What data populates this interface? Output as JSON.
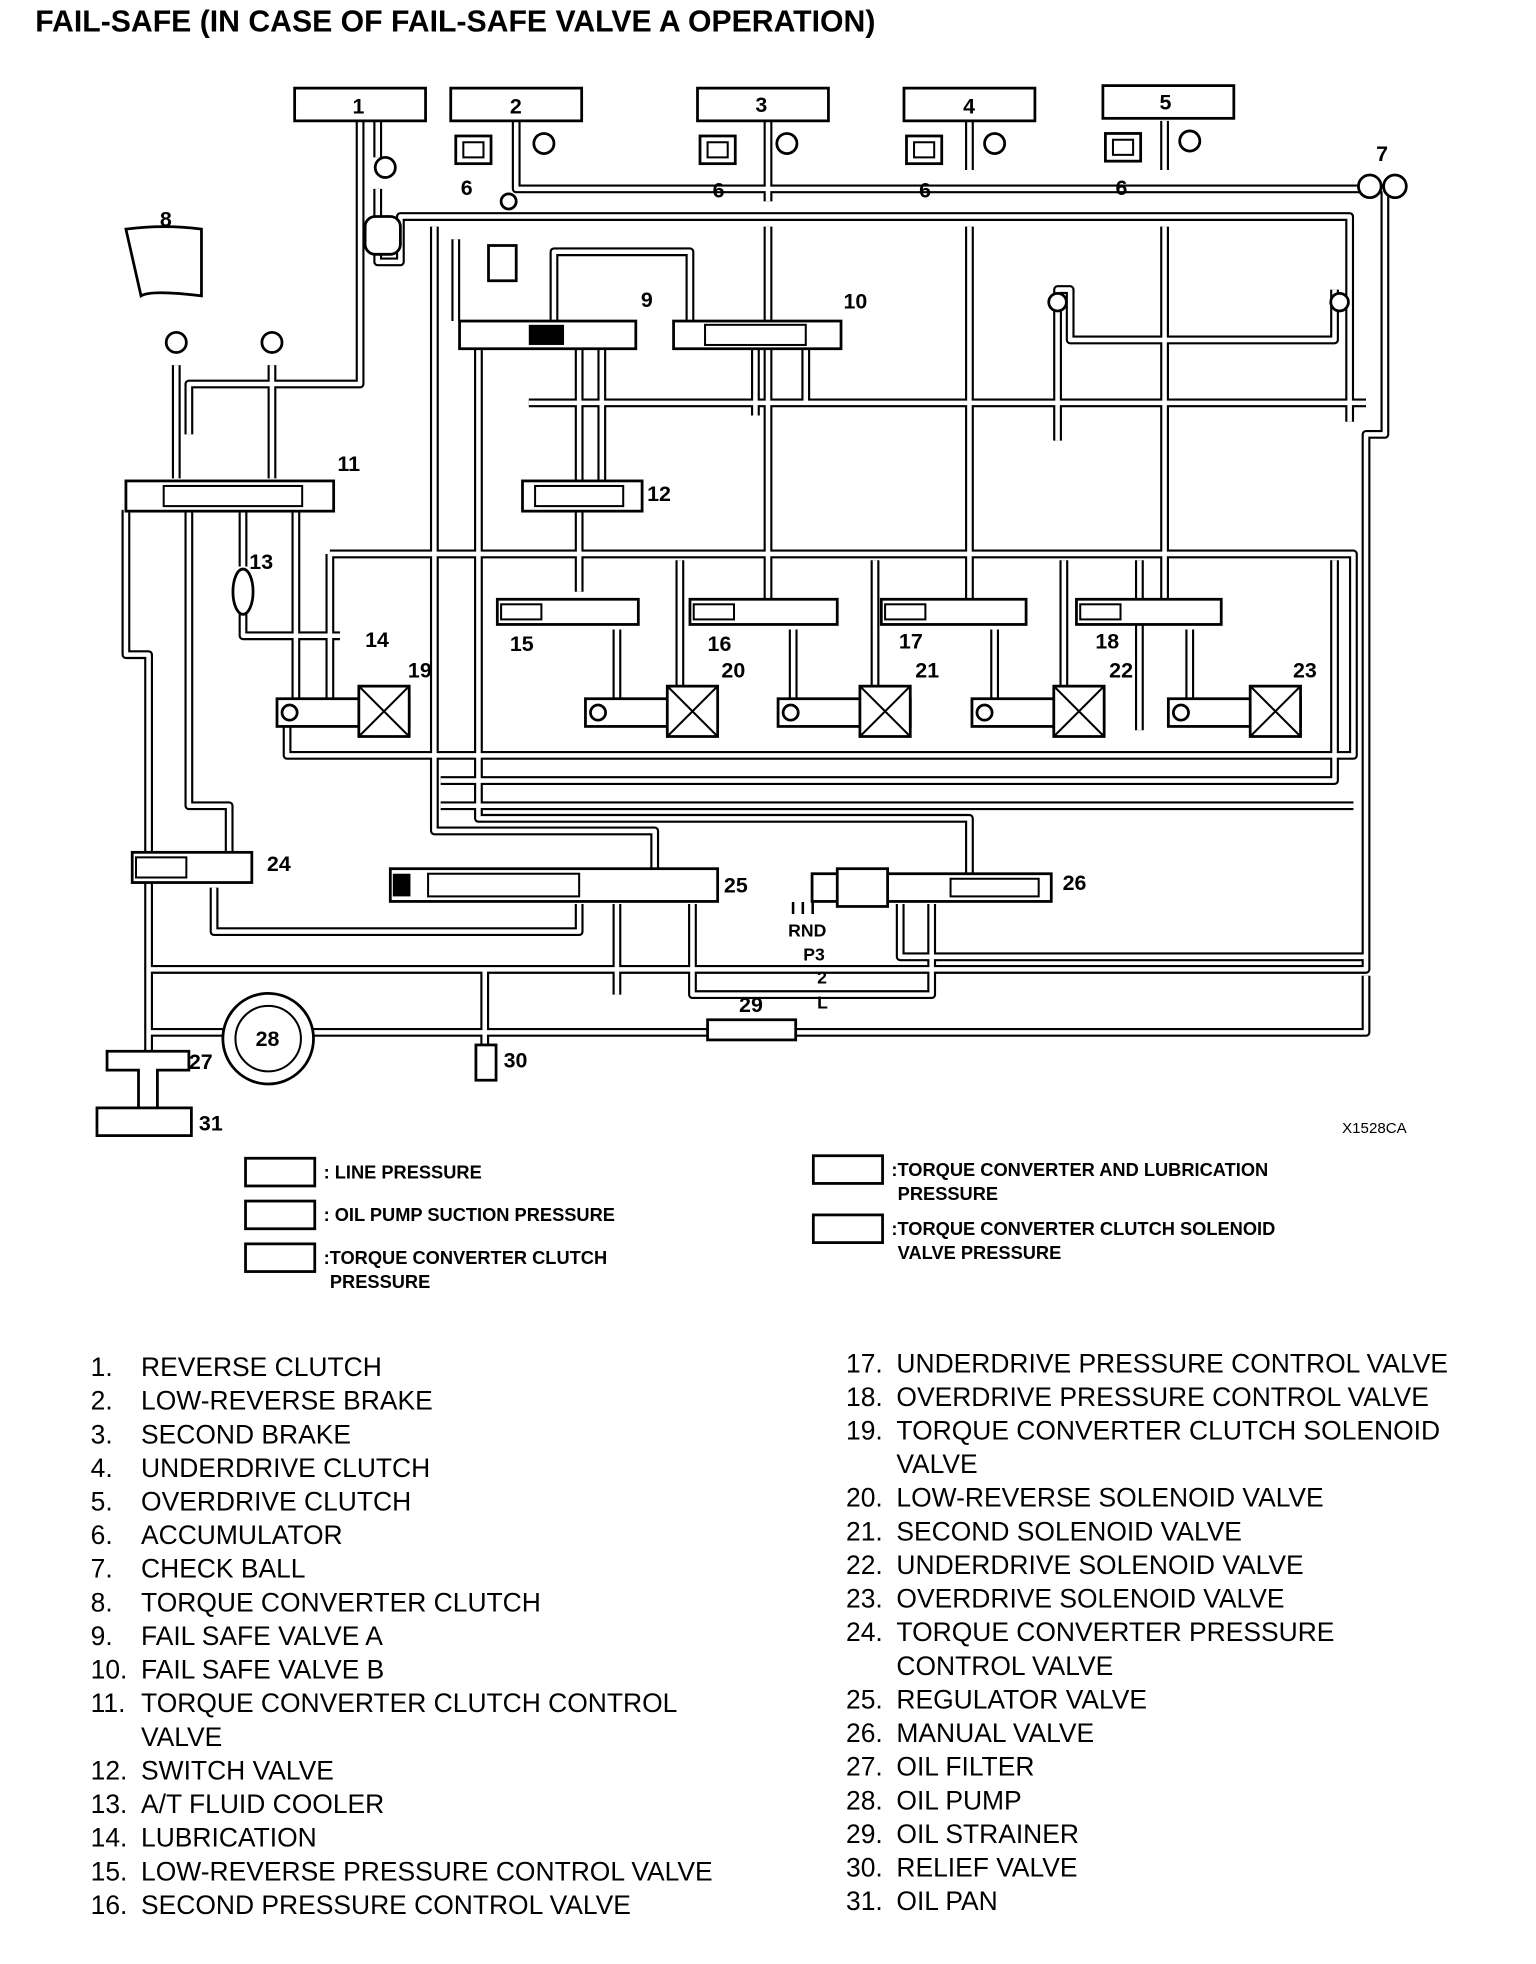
{
  "title": "FAIL-SAFE (IN CASE OF FAIL-SAFE VALVE A OPERATION)",
  "diagram": {
    "clutch_boxes": [
      "1",
      "2",
      "3",
      "4",
      "5"
    ],
    "callouts": {
      "accumulator": "6",
      "check_ball": "7",
      "torque_converter_clutch": "8",
      "fail_safe_a": "9",
      "fail_safe_b": "10",
      "tcc_control": "11",
      "switch_valve": "12",
      "cooler": "13",
      "lubrication": "14",
      "lr_pressure": "15",
      "second_pressure": "16",
      "ud_pressure": "17",
      "od_pressure": "18",
      "tcc_solenoid": "19",
      "lr_solenoid": "20",
      "second_solenoid": "21",
      "ud_solenoid": "22",
      "od_solenoid": "23",
      "tc_pressure_control": "24",
      "regulator": "25",
      "manual": "26",
      "oil_filter": "27",
      "oil_pump": "28",
      "oil_strainer": "29",
      "relief": "30",
      "oil_pan": "31"
    },
    "manual_positions": {
      "ticks": "I I I",
      "row1": "RND",
      "row2": "P3",
      "row3": "2",
      "row4": "L"
    },
    "figure_code": "X1528CA"
  },
  "legend": [
    {
      "lines": [
        ": LINE PRESSURE"
      ]
    },
    {
      "lines": [
        ": OIL PUMP SUCTION PRESSURE"
      ]
    },
    {
      "lines": [
        ":TORQUE CONVERTER CLUTCH",
        "PRESSURE"
      ]
    },
    {
      "lines": [
        ":TORQUE CONVERTER AND LUBRICATION",
        "PRESSURE"
      ]
    },
    {
      "lines": [
        ":TORQUE CONVERTER CLUTCH SOLENOID",
        "VALVE PRESSURE"
      ]
    }
  ],
  "parts": [
    {
      "num": "1.",
      "lines": [
        "REVERSE CLUTCH"
      ]
    },
    {
      "num": "2.",
      "lines": [
        "LOW-REVERSE BRAKE"
      ]
    },
    {
      "num": "3.",
      "lines": [
        "SECOND BRAKE"
      ]
    },
    {
      "num": "4.",
      "lines": [
        "UNDERDRIVE CLUTCH"
      ]
    },
    {
      "num": "5.",
      "lines": [
        "OVERDRIVE CLUTCH"
      ]
    },
    {
      "num": "6.",
      "lines": [
        "ACCUMULATOR"
      ]
    },
    {
      "num": "7.",
      "lines": [
        "CHECK BALL"
      ]
    },
    {
      "num": "8.",
      "lines": [
        "TORQUE CONVERTER CLUTCH"
      ]
    },
    {
      "num": "9.",
      "lines": [
        "FAIL SAFE VALVE A"
      ]
    },
    {
      "num": "10.",
      "lines": [
        "FAIL SAFE VALVE B"
      ]
    },
    {
      "num": "11.",
      "lines": [
        "TORQUE CONVERTER CLUTCH CONTROL",
        "VALVE"
      ]
    },
    {
      "num": "12.",
      "lines": [
        "SWITCH VALVE"
      ]
    },
    {
      "num": "13.",
      "lines": [
        "A/T FLUID COOLER"
      ]
    },
    {
      "num": "14.",
      "lines": [
        "LUBRICATION"
      ]
    },
    {
      "num": "15.",
      "lines": [
        "LOW-REVERSE PRESSURE CONTROL VALVE"
      ]
    },
    {
      "num": "16.",
      "lines": [
        "SECOND PRESSURE CONTROL VALVE"
      ]
    },
    {
      "num": "17.",
      "lines": [
        "UNDERDRIVE PRESSURE CONTROL VALVE"
      ]
    },
    {
      "num": "18.",
      "lines": [
        "OVERDRIVE PRESSURE CONTROL VALVE"
      ]
    },
    {
      "num": "19.",
      "lines": [
        "TORQUE CONVERTER CLUTCH SOLENOID",
        "VALVE"
      ]
    },
    {
      "num": "20.",
      "lines": [
        "LOW-REVERSE SOLENOID VALVE"
      ]
    },
    {
      "num": "21.",
      "lines": [
        "SECOND SOLENOID VALVE"
      ]
    },
    {
      "num": "22.",
      "lines": [
        "UNDERDRIVE SOLENOID VALVE"
      ]
    },
    {
      "num": "23.",
      "lines": [
        "OVERDRIVE SOLENOID VALVE"
      ]
    },
    {
      "num": "24.",
      "lines": [
        "TORQUE CONVERTER PRESSURE",
        "CONTROL VALVE"
      ]
    },
    {
      "num": "25.",
      "lines": [
        "REGULATOR VALVE"
      ]
    },
    {
      "num": "26.",
      "lines": [
        "MANUAL VALVE"
      ]
    },
    {
      "num": "27.",
      "lines": [
        "OIL FILTER"
      ]
    },
    {
      "num": "28.",
      "lines": [
        "OIL PUMP"
      ]
    },
    {
      "num": "29.",
      "lines": [
        "OIL STRAINER"
      ]
    },
    {
      "num": "30.",
      "lines": [
        "RELIEF VALVE"
      ]
    },
    {
      "num": "31.",
      "lines": [
        "OIL PAN"
      ]
    }
  ]
}
